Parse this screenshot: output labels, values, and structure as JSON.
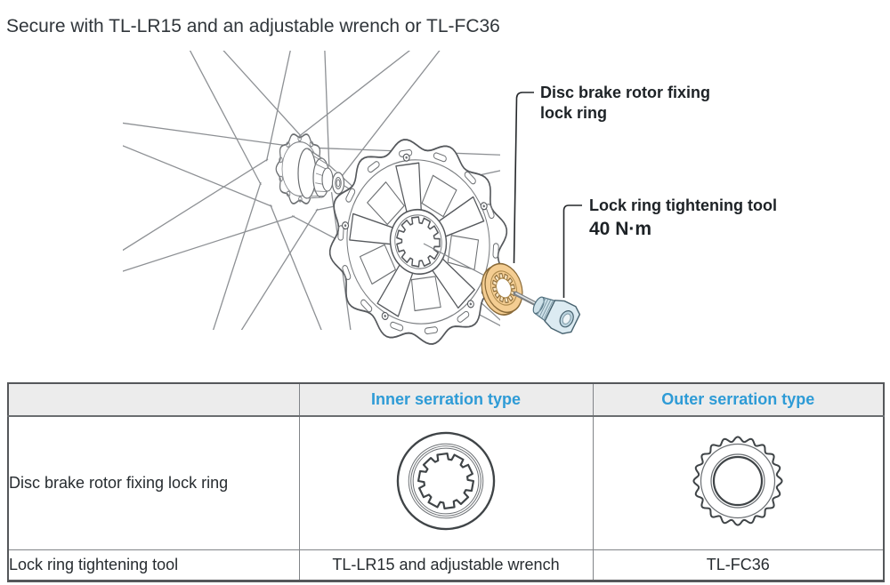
{
  "title": "Secure with TL-LR15 and an adjustable wrench or TL-FC36",
  "diagram": {
    "callout_lock_ring": {
      "line1": "Disc brake rotor fixing",
      "line2": "lock ring"
    },
    "callout_tool": {
      "label": "Lock ring tightening tool",
      "torque": "40 N·m"
    },
    "colors": {
      "lock_ring_fill": "#f4cd92",
      "lock_ring_edge": "#8a6a38",
      "tool_fill": "#dcebf2",
      "tool_edge": "#46616e",
      "line_art": "#55585c",
      "callout_line": "#25282b"
    },
    "icons": {
      "lock_ring": "lock-ring-washer-icon",
      "tool": "tightening-tool-icon"
    }
  },
  "table": {
    "header": {
      "col1": "",
      "col2": "Inner serration type",
      "col3": "Outer serration type"
    },
    "rows": [
      {
        "label": "Disc brake rotor fixing lock ring",
        "col2_icon": "inner-serration-ring-icon",
        "col3_icon": "outer-serration-ring-icon"
      },
      {
        "label": "Lock ring tightening tool",
        "col2": "TL-LR15 and adjustable wrench",
        "col3": "TL-FC36"
      }
    ],
    "header_text_color": "#2e9bd6",
    "header_bg": "#ececec"
  }
}
